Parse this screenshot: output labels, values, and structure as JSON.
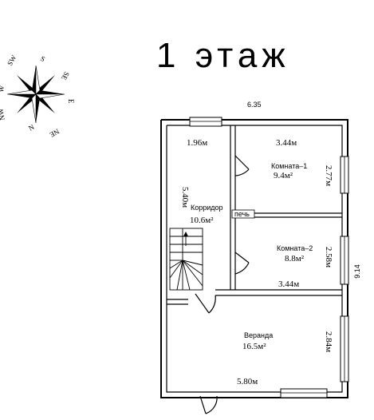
{
  "title": "1   этаж",
  "compass": {
    "icon": "compass-rose-icon",
    "north": "N",
    "south": "S",
    "east": "E",
    "west": "W",
    "ne": "NE",
    "nw": "NW",
    "se": "SE",
    "sw": "SW"
  },
  "overall": {
    "width": "6.35",
    "depth": "9.14"
  },
  "rooms": {
    "corridor": {
      "name": "Корридор",
      "area": "10.6м²",
      "width": "1.96м",
      "length": "5.40м"
    },
    "room1": {
      "name": "Комната–1",
      "area": "9.4м²",
      "width": "3.44м",
      "length": "2.77м"
    },
    "room2": {
      "name": "Комната–2",
      "area": "8.8м²",
      "width": "3.44м",
      "length": "2.58м"
    },
    "veranda": {
      "name": "Веранда",
      "area": "16.5м²",
      "width": "5.80м",
      "length": "2.84м"
    }
  },
  "stove": {
    "label": "печь"
  }
}
